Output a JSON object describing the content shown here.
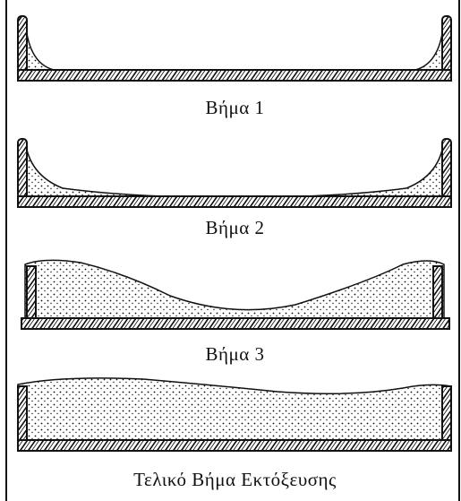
{
  "steps": [
    {
      "label": "Βήμα  1"
    },
    {
      "label": "Βήμα  2"
    },
    {
      "label": "Βήμα  3"
    },
    {
      "label": "Τελικό Βήμα Εκτόξευσης"
    }
  ],
  "colors": {
    "ink": "#111111",
    "background": "#ffffff"
  }
}
